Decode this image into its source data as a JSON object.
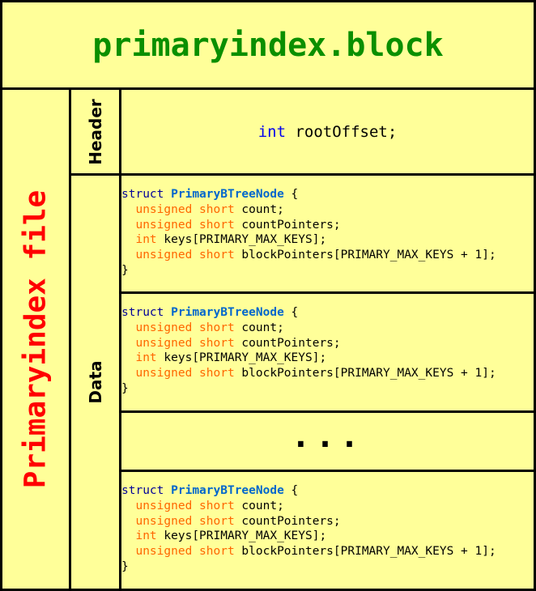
{
  "title": "primaryindex.block",
  "file_label": "Primaryindex file",
  "header_label": "Header",
  "data_label": "Data",
  "header_code": {
    "type": "int",
    "rest": " rootOffset;"
  },
  "node": {
    "keyword": "struct",
    "name": "PrimaryBTreeNode",
    "open": " {",
    "close": "}",
    "fields": [
      {
        "type": "unsigned short",
        "rest": " count;"
      },
      {
        "type": "unsigned short",
        "rest": " countPointers;"
      },
      {
        "type": "int",
        "rest": " keys[PRIMARY_MAX_KEYS];"
      },
      {
        "type": "unsigned short",
        "rest": " blockPointers[PRIMARY_MAX_KEYS + 1];"
      }
    ]
  },
  "ellipsis": "...",
  "colors": {
    "background": "#ffff99",
    "title": "#0a8f00",
    "file_label": "#ff0000",
    "struct_name": "#0066cc",
    "type_keyword": "#ff6600",
    "header_int": "#0000ee"
  }
}
